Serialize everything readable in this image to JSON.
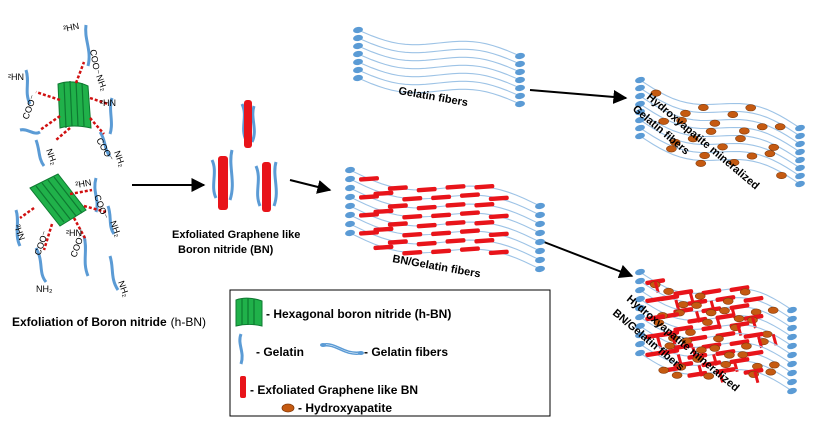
{
  "labels": {
    "step1_main": "Exfoliation of Boron nitride",
    "step1_sub": "(h-BN)",
    "step2_line1": "Exfoliated Graphene like",
    "step2_line2": "Boron nitride (BN)",
    "gelatin_fibers": "Gelatin fibers",
    "ha_gel_line1": "Hydroxyapatite mineralized",
    "ha_gel_line2": "Gelatin fibers",
    "bn_gel": "BN/Gelatin fibers",
    "ha_bn_line1": "Hydroxyapatite mineralized",
    "ha_bn_line2": "BN/Gelatin fibers"
  },
  "chem": {
    "amine": "NH₂",
    "amine_flipped": "²HN",
    "carboxyl": "COO⁻"
  },
  "legend": {
    "items": [
      {
        "icon": "hexagonal-bn-icon",
        "label": "- Hexagonal boron nitride (h-BN)"
      },
      {
        "icon": "gelatin-icon",
        "label": "- Gelatin"
      },
      {
        "icon": "gelatin-fiber-icon",
        "label": "- Gelatin fibers"
      },
      {
        "icon": "exfoliated-bn-icon",
        "label": "- Exfoliated Graphene like BN"
      },
      {
        "icon": "hydroxyapatite-icon",
        "label": "- Hydroxyapatite"
      }
    ]
  },
  "colors": {
    "hbn_green": "#20b14a",
    "bn_red": "#e8141a",
    "gelatin_blue": "#5b9bd5",
    "hydroxyapatite": "#c55a11",
    "hydroxyapatite_edge": "#843c0c",
    "dashed_bond": "#d01010",
    "arrow": "#000000"
  }
}
